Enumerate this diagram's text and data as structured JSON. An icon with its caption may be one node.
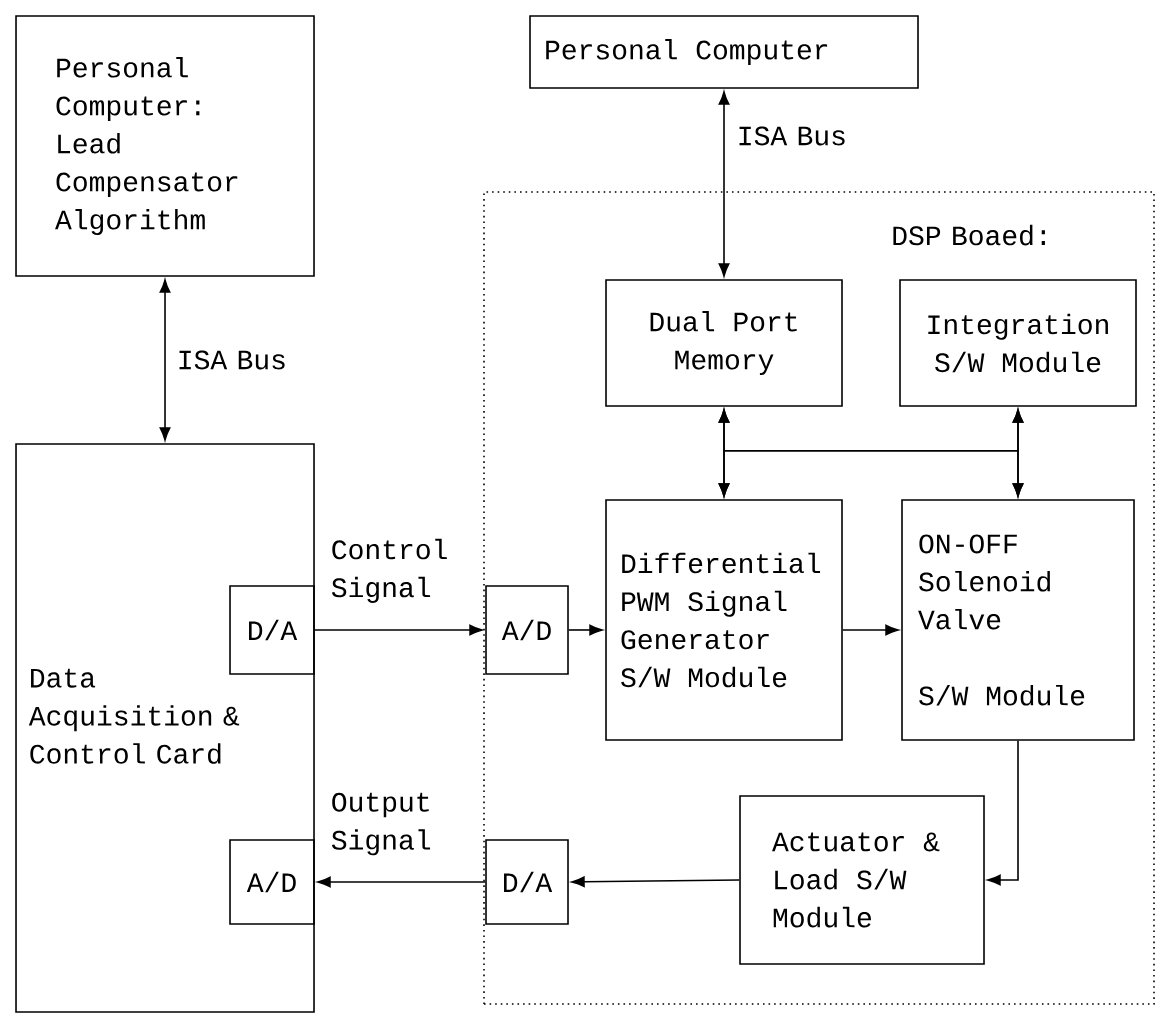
{
  "diagram": {
    "nodes": [
      {
        "text": [
          "Personal Computer: Lead Compensator Algorithm"
        ]
      },
      {
        "text": [
          "Personal Computer"
        ]
      },
      {
        "text": [
          "DSP Boaed:"
        ]
      },
      {
        "text": [
          "Data Acquisition & Control Card"
        ]
      },
      {
        "text": [
          "D/A"
        ],
        "in": 3
      },
      {
        "text": [
          "A/D"
        ],
        "in": 3
      },
      {
        "text": [
          "A/D"
        ],
        "in": 2
      },
      {
        "text": [
          "D/A"
        ],
        "in": 2
      },
      {
        "text": [
          "Dual Port Memory"
        ],
        "in": 2
      },
      {
        "text": [
          "Integration S/W Module"
        ],
        "in": 2
      },
      {
        "text": [
          "Differential PWM Signal Generator S/W Module"
        ],
        "in": 2
      },
      {
        "text": [
          "ON-OFF Solenoid Valve",
          "S/W Module"
        ],
        "in": 2
      },
      {
        "text": [
          "Actuator & Load S/W Module"
        ],
        "in": 2
      }
    ],
    "edges": [
      {
        "from": 0,
        "to": 3,
        "arrow": "both",
        "label": "ISA Bus"
      },
      {
        "from": 1,
        "to": 8,
        "arrow": "both",
        "label": "ISA Bus"
      },
      {
        "from": 8,
        "to": 10,
        "arrow": "both"
      },
      {
        "from": 9,
        "to": 11,
        "arrow": "both"
      },
      {
        "from": 8,
        "to": 11,
        "arrow": "both"
      },
      {
        "from": 9,
        "to": 10,
        "arrow": "both"
      },
      {
        "from": 4,
        "to": 6,
        "arrow": "to",
        "label": "Control Signal"
      },
      {
        "from": 6,
        "to": 10,
        "arrow": "to"
      },
      {
        "from": 10,
        "to": 11,
        "arrow": "to"
      },
      {
        "from": 11,
        "to": 12,
        "arrow": "to"
      },
      {
        "from": 12,
        "to": 7,
        "arrow": "to"
      },
      {
        "from": 7,
        "to": 5,
        "arrow": "to",
        "label": "Output Signal"
      }
    ]
  }
}
